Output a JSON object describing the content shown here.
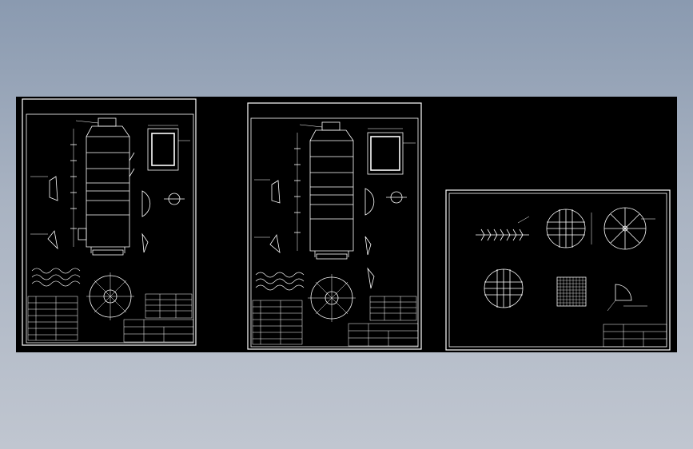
{
  "theme": {
    "background_top": "#8a9ab0",
    "background_bottom": "#c0c6d0",
    "canvas": "#000000",
    "line": "#ffffff"
  },
  "sheets": [
    {
      "id": "sheet-1",
      "label": ""
    },
    {
      "id": "sheet-2",
      "label": ""
    },
    {
      "id": "sheet-3",
      "label": ""
    }
  ]
}
